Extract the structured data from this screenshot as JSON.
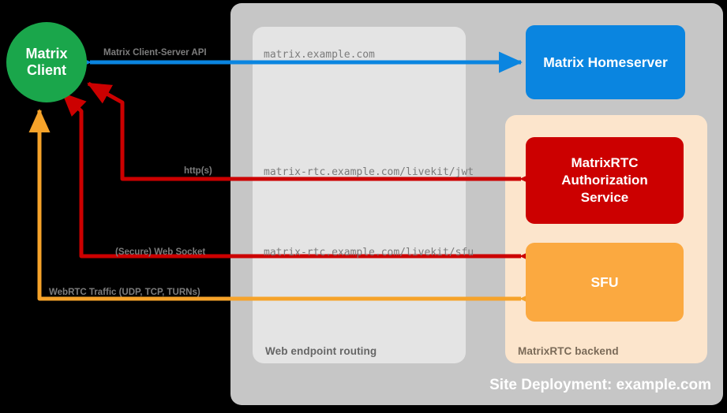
{
  "diagram": {
    "title": "Site Deployment: example.com",
    "background": "#000000"
  },
  "nodes": {
    "client": {
      "label": "Matrix\nClient",
      "color": "#1aa64b",
      "shape": "circle"
    },
    "homeserver": {
      "label": "Matrix Homeserver",
      "color": "#0a85e0",
      "shape": "rounded-rect"
    },
    "authorization_service": {
      "label": "MatrixRTC\nAuthorization\nService",
      "color": "#cc0000",
      "shape": "rounded-rect"
    },
    "sfu": {
      "label": "SFU",
      "color": "#fba940",
      "shape": "rounded-rect"
    }
  },
  "panels": {
    "site": {
      "caption": "Site Deployment: example.com",
      "color": "#c6c6c6"
    },
    "routing": {
      "caption": "Web endpoint routing",
      "color": "#e4e4e4"
    },
    "backend": {
      "caption": "MatrixRTC backend",
      "color": "#fce5cc"
    }
  },
  "endpoints": {
    "matrix": "matrix.example.com",
    "livekit_jwt": "matrix-rtc.example.com/livekit/jwt",
    "livekit_sfu": "matrix-rtc.example.com/livekit/sfu"
  },
  "flows": [
    {
      "id": "client-server-api",
      "label": "Matrix Client-Server API",
      "color": "#0a85e0",
      "endpoint": "matrix.example.com",
      "from": "client",
      "to": "homeserver",
      "direction": "bidirectional"
    },
    {
      "id": "https",
      "label": "http(s)",
      "color": "#cc0000",
      "endpoint": "matrix-rtc.example.com/livekit/jwt",
      "from": "client",
      "to": "authorization_service",
      "direction": "bidirectional"
    },
    {
      "id": "websocket",
      "label": "(Secure) Web Socket",
      "color": "#cc0000",
      "endpoint": "matrix-rtc.example.com/livekit/sfu",
      "from": "client",
      "to": "sfu",
      "direction": "bidirectional"
    },
    {
      "id": "webrtc",
      "label": "WebRTC Traffic (UDP, TCP, TURNs)",
      "color": "#f6a32a",
      "endpoint": "",
      "from": "client",
      "to": "sfu",
      "direction": "bidirectional"
    }
  ]
}
